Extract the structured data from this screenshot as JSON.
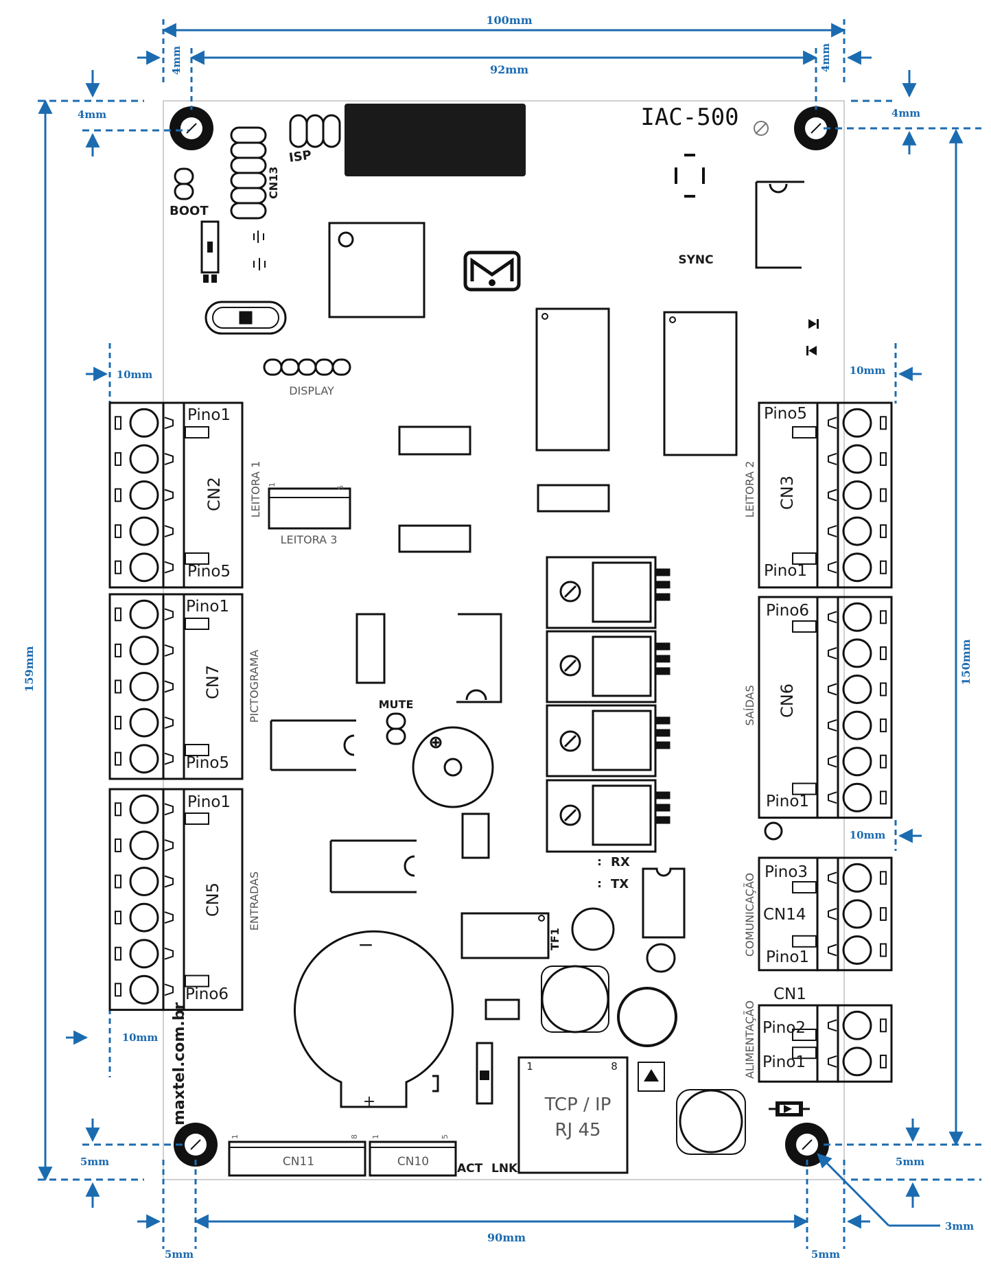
{
  "board": {
    "model": "IAC-500",
    "brand_text": "maxtel.com.br"
  },
  "dimensions": {
    "width_total": "100mm",
    "width_inner": "92mm",
    "width_bottom": "90mm",
    "height_total": "159mm",
    "height_inner": "150mm",
    "margin_top_left_h": "4mm",
    "margin_top_right_h": "4mm",
    "margin_top_left_v": "4mm",
    "margin_top_right_v": "4mm",
    "conn_left_top": "10mm",
    "conn_right_top": "10mm",
    "conn_right_mid": "10mm",
    "conn_left_bottom": "10mm",
    "margin_bottom_left_v": "5mm",
    "margin_bottom_right_v": "5mm",
    "margin_bottom_left_h": "5mm",
    "margin_bottom_right_h": "5mm",
    "hole_diameter": "3mm"
  },
  "labels": {
    "boot": "BOOT",
    "isp": "ISP",
    "cn13": "CN13",
    "display": "DISPLAY",
    "sync": "SYNC",
    "mute": "MUTE",
    "rx": "RX",
    "tx": "TX",
    "tf1": "TF1",
    "act": "ACT",
    "lnk": "LNK",
    "leitora3": "LEITORA 3",
    "leitora3_pin_first": "1",
    "leitora3_pin_last": "5",
    "cn11": "CN11",
    "cn11_pin_first": "1",
    "cn11_pin_last": "8",
    "cn10": "CN10",
    "cn10_pin_first": "1",
    "cn10_pin_last": "5",
    "rj45_line1": "TCP / IP",
    "rj45_line2": "RJ 45",
    "rj45_pin_first": "1",
    "rj45_pin_last": "8",
    "batt_minus": "−",
    "batt_plus": "+"
  },
  "connectors_left": [
    {
      "name": "CN2",
      "side_label": "LEITORA 1",
      "pin_top": "Pino1",
      "pin_bottom": "Pino5"
    },
    {
      "name": "CN7",
      "side_label": "PICTOGRAMA",
      "pin_top": "Pino1",
      "pin_bottom": "Pino5"
    },
    {
      "name": "CN5",
      "side_label": "ENTRADAS",
      "pin_top": "Pino1",
      "pin_bottom": "Pino6"
    }
  ],
  "connectors_right": [
    {
      "name": "CN3",
      "side_label": "LEITORA 2",
      "pin_top": "Pino5",
      "pin_bottom": "Pino1"
    },
    {
      "name": "CN6",
      "side_label": "SAÍDAS",
      "pin_top": "Pino6",
      "pin_bottom": "Pino1"
    },
    {
      "name": "CN14",
      "side_label": "COMUNICAÇÃO",
      "pin_top": "Pino3",
      "pin_bottom": "Pino1"
    },
    {
      "name": "CN1",
      "side_label": "ALIMENTAÇÃO",
      "pin_top": "Pino2",
      "pin_bottom": "Pino1"
    }
  ],
  "colors": {
    "dimension": "#1b6bb0",
    "board_outline": "#cfcfcf",
    "silk": "#1a1a1a",
    "chip": "#1a1a1a"
  }
}
